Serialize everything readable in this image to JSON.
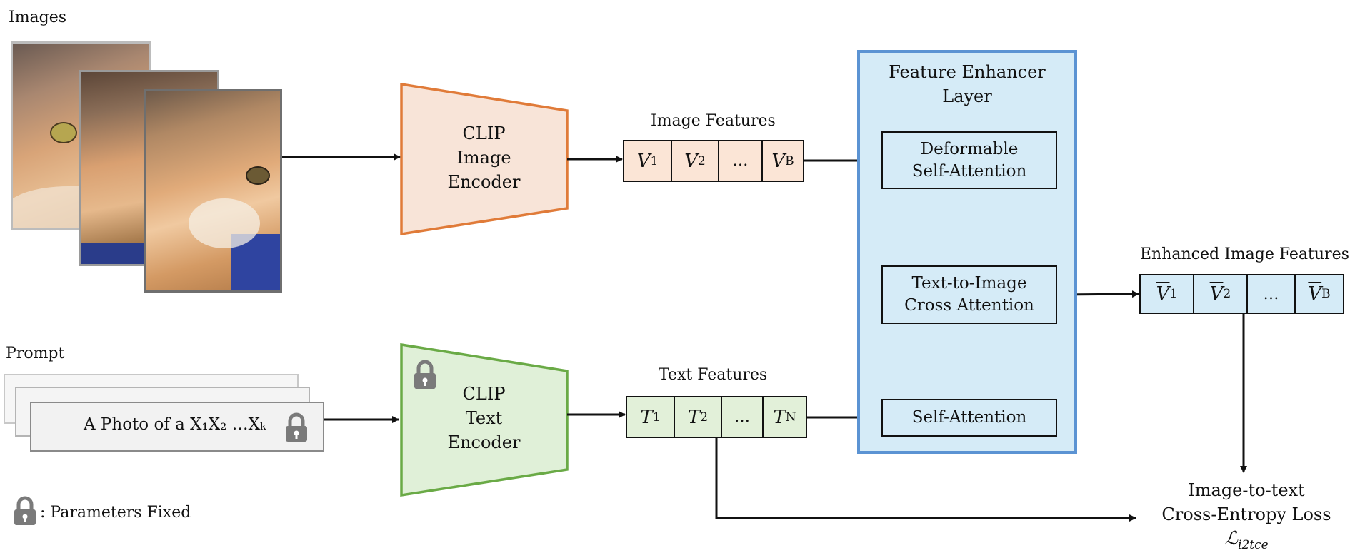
{
  "labels": {
    "images": "Images",
    "prompt": "Prompt",
    "image_features": "Image Features",
    "text_features": "Text Features",
    "enhanced_features": "Enhanced Image Features",
    "legend": ": Parameters Fixed"
  },
  "image_encoder": {
    "line1": "CLIP",
    "line2": "Image",
    "line3": "Encoder"
  },
  "text_encoder": {
    "line1": "CLIP",
    "line2": "Text",
    "line3": "Encoder"
  },
  "prompt_text": "A Photo of a X₁X₂ …Xₖ",
  "image_tokens": [
    {
      "sym": "V",
      "sub": "1"
    },
    {
      "sym": "V",
      "sub": "2"
    },
    {
      "sym": "…",
      "sub": ""
    },
    {
      "sym": "V",
      "sub": "B"
    }
  ],
  "text_tokens": [
    {
      "sym": "T",
      "sub": "1"
    },
    {
      "sym": "T",
      "sub": "2"
    },
    {
      "sym": "…",
      "sub": ""
    },
    {
      "sym": "T",
      "sub": "N"
    }
  ],
  "enhanced_tokens": [
    {
      "sym": "V",
      "sub": "1"
    },
    {
      "sym": "V",
      "sub": "2"
    },
    {
      "sym": "…",
      "sub": ""
    },
    {
      "sym": "V",
      "sub": "B"
    }
  ],
  "enhancer": {
    "title_line1": "Feature Enhancer",
    "title_line2": "Layer",
    "deformable_line1": "Deformable",
    "deformable_line2": "Self-Attention",
    "cross_line1": "Text-to-Image",
    "cross_line2": "Cross Attention",
    "self_attention": "Self-Attention"
  },
  "loss": {
    "line1": "Image-to-text",
    "line2": "Cross-Entropy Loss",
    "symbol": "ℒ",
    "symbol_sub": "i2tce"
  },
  "colors": {
    "image_encoder_fill": "#f8e4d8",
    "image_encoder_stroke": "#e07b39",
    "text_encoder_fill": "#e0f0d8",
    "text_encoder_stroke": "#6aaa46",
    "enhancer_fill": "#d5ebf7",
    "enhancer_stroke": "#5b93d3",
    "image_token_fill": "#fbe5d6",
    "text_token_fill": "#e2f0d9",
    "enhanced_token_fill": "#d5ebf7"
  }
}
